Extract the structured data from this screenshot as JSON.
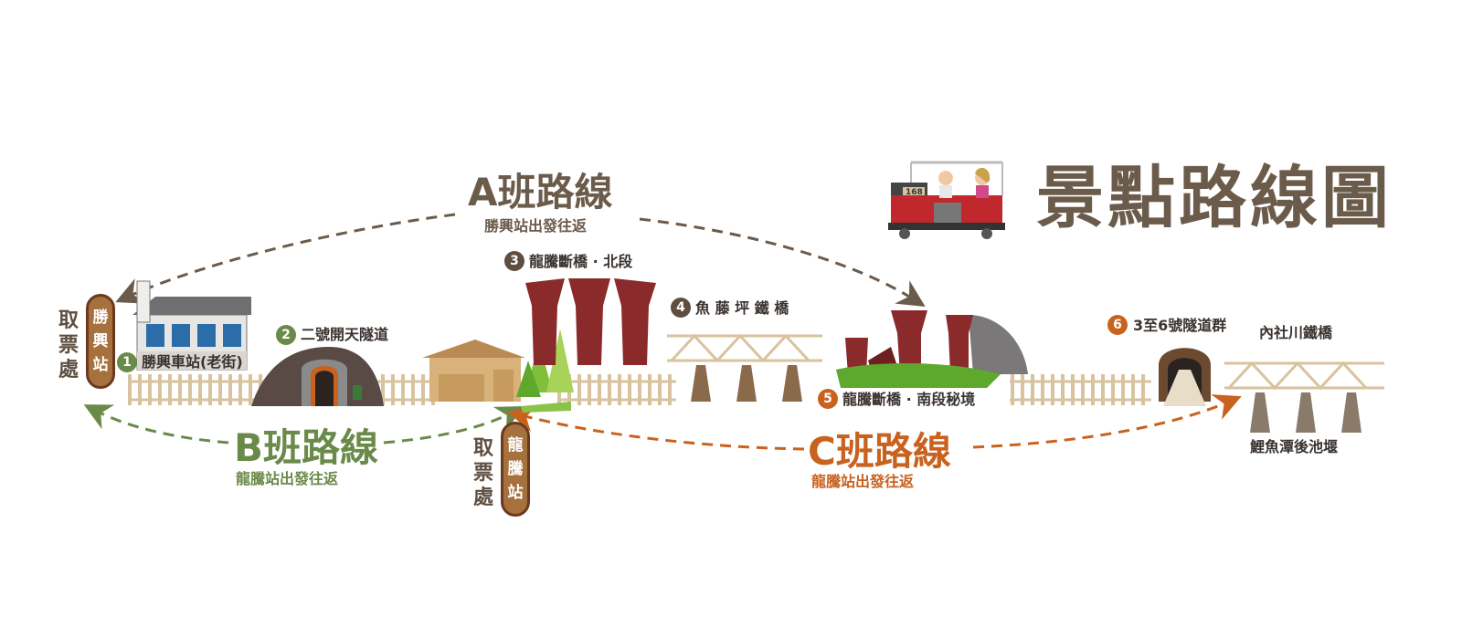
{
  "title": "景點路線圖",
  "routes": {
    "a": {
      "name": "A班路線",
      "sub": "勝興站出發往返",
      "color": "#6b5b4b"
    },
    "b": {
      "name": "B班路線",
      "sub": "龍騰站出發往返",
      "color": "#6a8a4a"
    },
    "c": {
      "name": "C班路線",
      "sub": "龍騰站出發往返",
      "color": "#c9621f"
    }
  },
  "stations": {
    "shengxing": {
      "pill": "勝興站",
      "ticket": "取票處"
    },
    "longteng": {
      "pill": "龍騰站",
      "ticket": "取票處"
    }
  },
  "spots": [
    {
      "num": "1",
      "name": "勝興車站(老街)",
      "color": "#6a8a4a"
    },
    {
      "num": "2",
      "name": "二號開天隧道",
      "color": "#6a8a4a"
    },
    {
      "num": "3",
      "name": "龍騰斷橋 · 北段",
      "color": "#5e4e40"
    },
    {
      "num": "4",
      "name": "魚 藤 坪 鐵 橋",
      "color": "#5e4e40"
    },
    {
      "num": "5",
      "name": "龍騰斷橋 · 南段秘境",
      "color": "#c9621f"
    },
    {
      "num": "6",
      "name": "3至6號隧道群",
      "color": "#c9621f"
    }
  ],
  "extra_labels": {
    "neishe": "內社川鐵橋",
    "liyutan": "鯉魚潭後池堰"
  },
  "train": {
    "plate": "168"
  }
}
